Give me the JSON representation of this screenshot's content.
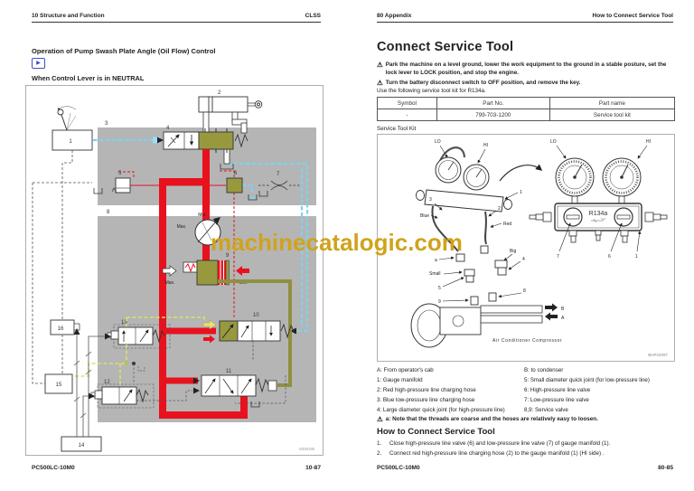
{
  "watermark": {
    "text": "machinecatalogic.com",
    "color": "#D0A31C"
  },
  "icons": {
    "warning": "⚠",
    "play": "▶"
  },
  "left_page": {
    "header_left": "10 Structure and Function",
    "header_right": "CLSS",
    "title": "Operation of Pump Swash Plate Angle (Oil Flow) Control",
    "subtitle": "When Control Lever is in NEUTRAL",
    "figure_code": "G000195",
    "footer_left": "PC500LC-10M0",
    "footer_right": "10-87",
    "diagram": {
      "min": "Min.",
      "max": "Max.",
      "n1": "1",
      "n2": "2",
      "n3": "3",
      "n4": "4",
      "n5": "5",
      "n6": "6",
      "n7": "7",
      "n8": "8",
      "n9": "9",
      "n10": "10",
      "n11": "11",
      "n12": "12",
      "n13": "13",
      "n14": "14",
      "n15": "15",
      "n16": "16"
    }
  },
  "right_page": {
    "header_left": "80 Appendix",
    "header_right": "How to Connect Service Tool",
    "title": "Connect Service Tool",
    "warning1": "Park the machine on a level ground, lower the work equipment to the ground in a stable posture, set the lock lever to LOCK position, and stop the engine.",
    "warning2": "Turn the battery disconnect switch to OFF position, and remove the key.",
    "intro": "Use the following service tool kit for R134a.",
    "table": {
      "headers": [
        "Symbol",
        "Part No.",
        "Part name"
      ],
      "rows": [
        [
          "-",
          "799-703-1200",
          "Service tool kit"
        ]
      ]
    },
    "kit_label": "Service Tool Kit",
    "figure": {
      "lo": "LO",
      "hi": "HI",
      "blue": "Blue",
      "red": "Red",
      "big": "Big",
      "small": "Small",
      "a": "a",
      "arrow_a": "A",
      "arrow_b": "B",
      "r134a": "R134a",
      "caption": "Air Conditioner Compressor",
      "code": "BHP22097",
      "n1": "1",
      "n2": "2",
      "n3": "3",
      "n4": "4",
      "n5": "5",
      "n6": "6",
      "n7": "7",
      "n8": "8",
      "n9": "9"
    },
    "legend_a": [
      "A: From operator's cab",
      "1: Gauge manifold",
      "2: Red high-pressure line charging hose",
      "3: Blue low-pressure line charging hose",
      "4: Large diameter quick joint (for high-pressure line)"
    ],
    "legend_b": [
      "B: to condenser",
      "5: Small diameter quick joint (for low-pressure line)",
      "6: High-pressure line valve",
      "7: Low-pressure line valve",
      "8,9: Service valve"
    ],
    "note_a": "a: Note that the threads are coarse and the hoses are relatively easy to loosen.",
    "howto_title": "How to Connect Service Tool",
    "step_nums": [
      "1.",
      "2."
    ],
    "steps": [
      "Close high-pressure line valve (6) and low-pressure line valve (7) of gauge manifold (1).",
      "Connect red high-pressure line charging hose (2) to the gauge manifold (1) (HI side) ."
    ],
    "footer_left": "PC500LC-10M0",
    "footer_right": "80-85"
  }
}
